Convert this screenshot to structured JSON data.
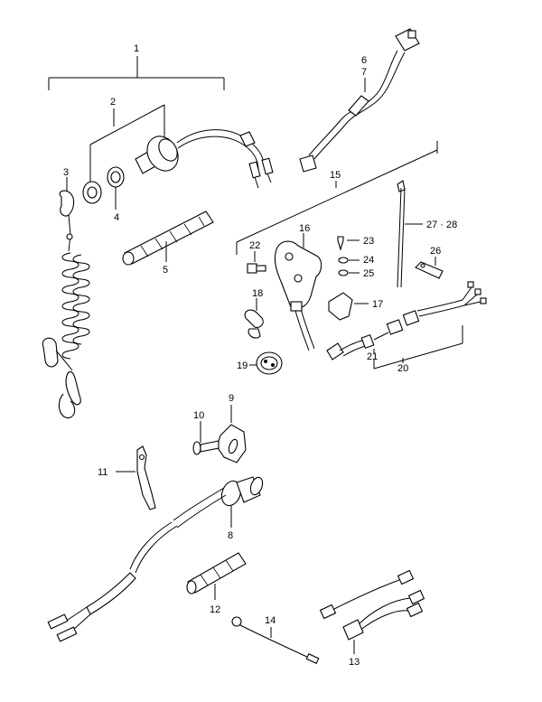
{
  "callouts": {
    "c1": "1",
    "c2": "2",
    "c3": "3",
    "c4": "4",
    "c5": "5",
    "c6": "6",
    "c7": "7",
    "c8": "8",
    "c9": "9",
    "c10": "10",
    "c11": "11",
    "c12": "12",
    "c13": "13",
    "c14": "14",
    "c15": "15",
    "c16": "16",
    "c17": "17",
    "c18": "18",
    "c19": "19",
    "c20": "20",
    "c21": "21",
    "c22": "22",
    "c23": "23",
    "c24": "24",
    "c25": "25",
    "c26": "26",
    "c27_28": "27 · 28"
  }
}
